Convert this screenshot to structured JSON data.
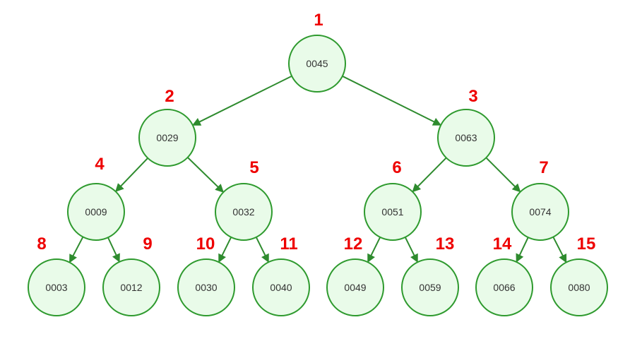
{
  "tree": {
    "colors": {
      "node_fill": "#e9fbe9",
      "node_stroke": "#2e9a2e",
      "edge": "#2e8b2e",
      "index_label": "#ee0000",
      "value_text": "#333333"
    },
    "nodes": [
      {
        "index": "1",
        "value": "0045"
      },
      {
        "index": "2",
        "value": "0029"
      },
      {
        "index": "3",
        "value": "0063"
      },
      {
        "index": "4",
        "value": "0009"
      },
      {
        "index": "5",
        "value": "0032"
      },
      {
        "index": "6",
        "value": "0051"
      },
      {
        "index": "7",
        "value": "0074"
      },
      {
        "index": "8",
        "value": "0003"
      },
      {
        "index": "9",
        "value": "0012"
      },
      {
        "index": "10",
        "value": "0030"
      },
      {
        "index": "11",
        "value": "0040"
      },
      {
        "index": "12",
        "value": "0049"
      },
      {
        "index": "13",
        "value": "0059"
      },
      {
        "index": "14",
        "value": "0066"
      },
      {
        "index": "15",
        "value": "0080"
      }
    ],
    "edges": [
      [
        "1",
        "2"
      ],
      [
        "1",
        "3"
      ],
      [
        "2",
        "4"
      ],
      [
        "2",
        "5"
      ],
      [
        "3",
        "6"
      ],
      [
        "3",
        "7"
      ],
      [
        "4",
        "8"
      ],
      [
        "4",
        "9"
      ],
      [
        "5",
        "10"
      ],
      [
        "5",
        "11"
      ],
      [
        "6",
        "12"
      ],
      [
        "6",
        "13"
      ],
      [
        "7",
        "14"
      ],
      [
        "7",
        "15"
      ]
    ]
  }
}
